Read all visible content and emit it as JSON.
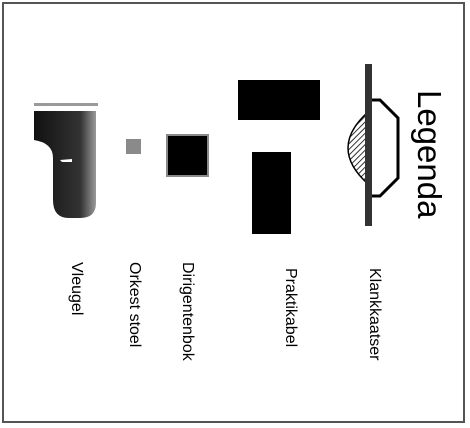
{
  "legend": {
    "title": "Legenda",
    "items": [
      {
        "id": "vleugel",
        "label": "Vleugel"
      },
      {
        "id": "orkest-stoel",
        "label": "Orkest stoel"
      },
      {
        "id": "dirigentenbok",
        "label": "Dirigentenbok"
      },
      {
        "id": "praktikabel",
        "label": "Praktikabel"
      },
      {
        "id": "klankkaatser",
        "label": "Klankkaatser"
      }
    ]
  },
  "colors": {
    "border": "#555555",
    "fill": "#000000",
    "chair": "#8a8a8a",
    "background": "#ffffff"
  }
}
